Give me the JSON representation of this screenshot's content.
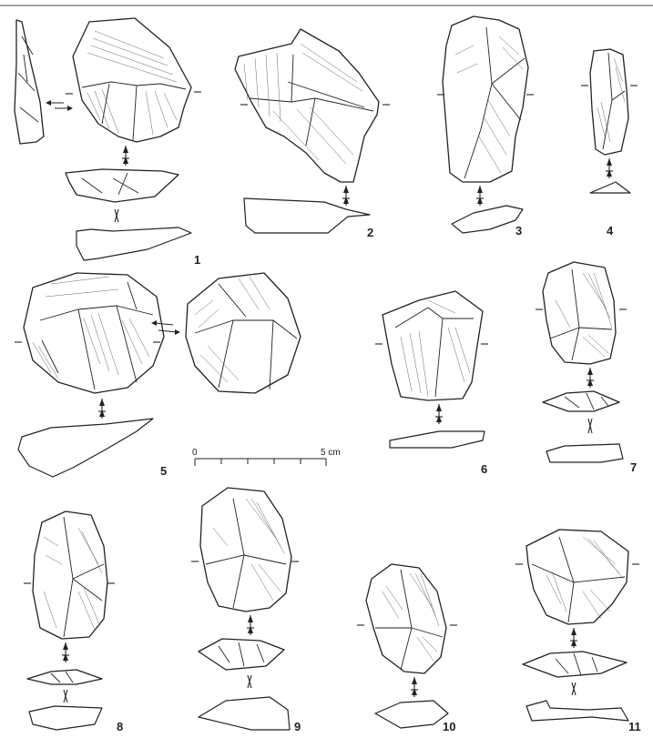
{
  "scale_bar": {
    "start_label": "0",
    "end_label": "5 cm"
  },
  "artifacts": [
    {
      "number": "1"
    },
    {
      "number": "2"
    },
    {
      "number": "3"
    },
    {
      "number": "4"
    },
    {
      "number": "5"
    },
    {
      "number": "6"
    },
    {
      "number": "7"
    },
    {
      "number": "8"
    },
    {
      "number": "9"
    },
    {
      "number": "10"
    },
    {
      "number": "11"
    }
  ],
  "colors": {
    "ink": "#222222",
    "paper": "#ffffff"
  }
}
